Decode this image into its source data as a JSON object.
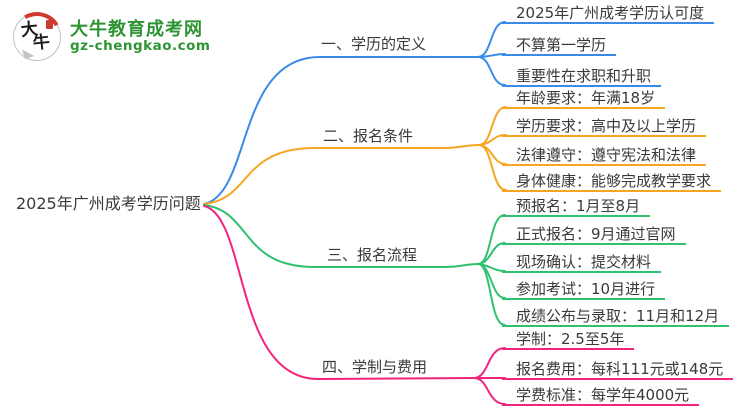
{
  "logo": {
    "bubble_char_1": "大",
    "bubble_char_2": "牛",
    "site_name": "大牛教育成考网",
    "site_domain": "gz-chengkao.com",
    "brand_green": "#2E9433",
    "brand_red": "#CF3A30"
  },
  "root": {
    "label": "2025年广州成考学历问题"
  },
  "branches": [
    {
      "label": "一、学历的定义",
      "color": "#3A8BE8",
      "leaves": [
        "2025年广州成考学历认可度",
        "不算第一学历",
        "重要性在求职和升职"
      ]
    },
    {
      "label": "二、报名条件",
      "color": "#F5A623",
      "leaves": [
        "年龄要求：年满18岁",
        "学历要求：高中及以上学历",
        "法律遵守：遵守宪法和法律",
        "身体健康：能够完成教学要求"
      ]
    },
    {
      "label": "三、报名流程",
      "color": "#2FC170",
      "leaves": [
        "预报名：1月至8月",
        "正式报名：9月通过官网",
        "现场确认：提交材料",
        "参加考试：10月进行",
        "成绩公布与录取：11月和12月"
      ]
    },
    {
      "label": "四、学制与费用",
      "color": "#F2257E",
      "leaves": [
        "学制：2.5至5年",
        "报名费用：每科111元或148元",
        "学费标准：每学年4000元"
      ]
    }
  ]
}
